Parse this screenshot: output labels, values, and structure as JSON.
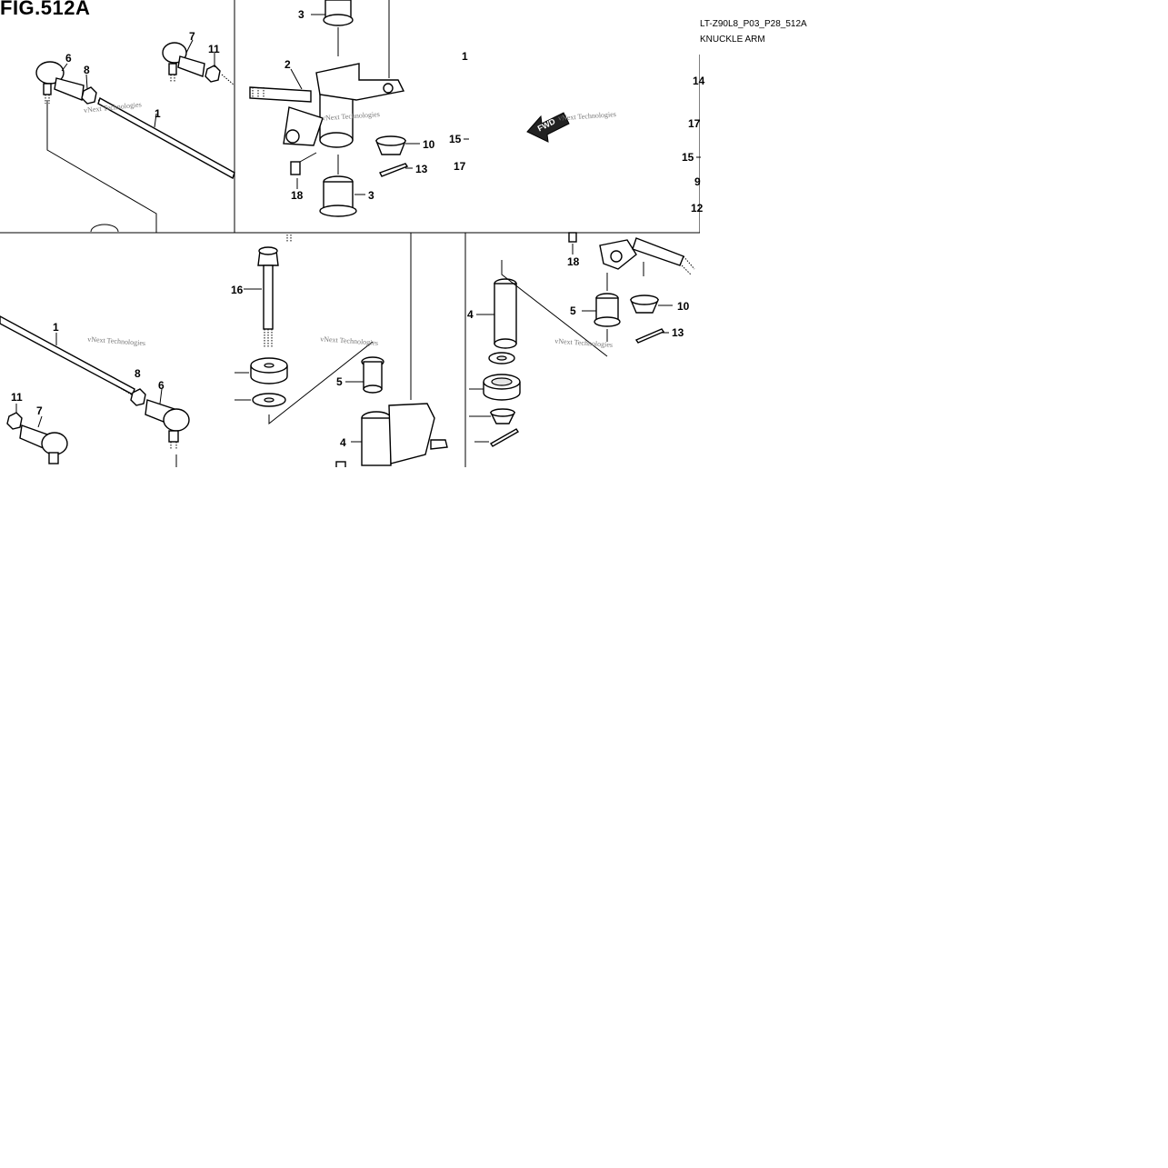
{
  "figure": {
    "title": "FIG.512A",
    "code": "LT-Z90L8_P03_P28_512A",
    "name": "KNUCKLE ARM"
  },
  "watermark": "vNext Technologies",
  "forward_arrow": "FWD",
  "labels": {
    "p1": "1",
    "p2": "2",
    "p3": "3",
    "p4": "4",
    "p5": "5",
    "p6": "6",
    "p7": "7",
    "p8": "8",
    "p10": "10",
    "p11": "11",
    "p13": "13",
    "p15": "15",
    "p16": "16",
    "p17": "17",
    "p18": "18"
  },
  "right_edge_labels": [
    "1",
    "14",
    "17",
    "15",
    "9",
    "12",
    "15",
    "17"
  ]
}
